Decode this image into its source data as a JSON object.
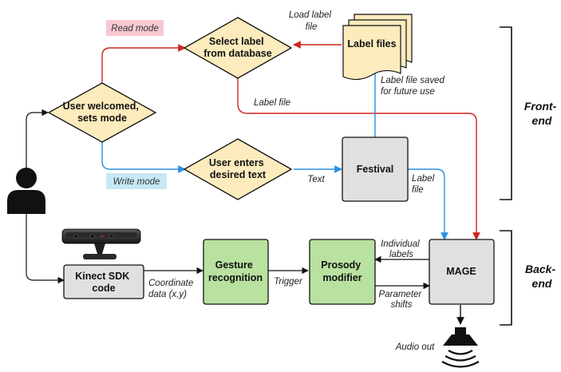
{
  "colors": {
    "decision_fill": "#fcebbd",
    "process_fill": "#b9e1a0",
    "system_fill": "#e0e0e0",
    "read_mode_tag": "#f8c9d2",
    "write_mode_tag": "#c7e8f6",
    "red_flow": "#d0251c",
    "blue_flow": "#2c8fe0",
    "black_flow": "#111111"
  },
  "icons": {
    "user": "person-icon",
    "sensor": "kinect-sensor-icon",
    "speaker": "speaker-icon"
  },
  "nodes": {
    "welcome": [
      "User welcomed,",
      "sets mode"
    ],
    "select_label": [
      "Select label",
      "from database"
    ],
    "label_files": [
      "Label files"
    ],
    "enter_text": [
      "User enters",
      "desired text"
    ],
    "festival": [
      "Festival"
    ],
    "kinect_code": [
      "Kinect SDK",
      "code"
    ],
    "gesture": [
      "Gesture",
      "recognition"
    ],
    "prosody": [
      "Prosody",
      "modifier"
    ],
    "mage": [
      "MAGE"
    ]
  },
  "tags": {
    "read_mode": "Read mode",
    "write_mode": "Write mode"
  },
  "edges": {
    "load_label_file": [
      "Load label",
      "file"
    ],
    "label_file_saved": [
      "Label file saved",
      "for future use"
    ],
    "label_file_red": [
      "Label file"
    ],
    "text": [
      "Text"
    ],
    "label_file_blue": [
      "Label",
      "file"
    ],
    "individual_labels": [
      "Individual",
      "labels"
    ],
    "parameter_shifts": [
      "Parameter",
      "shifts"
    ],
    "coordinate_data": [
      "Coordinate",
      "data (x,y)"
    ],
    "trigger": [
      "Trigger"
    ],
    "audio_out": [
      "Audio out"
    ]
  },
  "sections": {
    "front_end": [
      "Front-",
      "end"
    ],
    "back_end": [
      "Back-",
      "end"
    ]
  }
}
